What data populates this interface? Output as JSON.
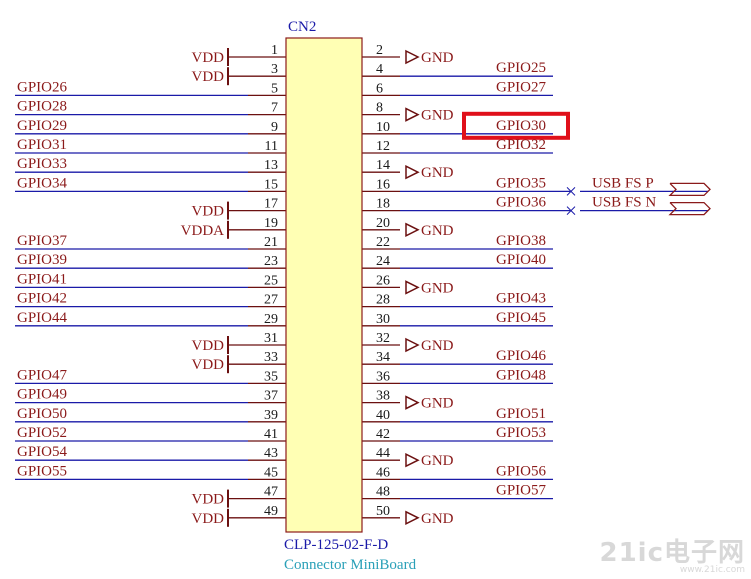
{
  "connector": {
    "ref": "CN2",
    "part": "CLP-125-02-F-D",
    "name": "Connector MiniBoard"
  },
  "colors": {
    "wire": "#1a1aa8",
    "label": "#8b1a1a",
    "body_fill": "#ffffb4",
    "body_stroke": "#8b1a1a",
    "pin": "#6b1010",
    "highlight": "#e0101a",
    "usb_label": "#1a1aa8",
    "part_text": "#1a1aa8",
    "name_text": "#2aa0b8"
  },
  "highlighted_label": "GPIO30",
  "left_pins": [
    {
      "pin": 1,
      "kind": "vdd",
      "label": "VDD"
    },
    {
      "pin": 3,
      "kind": "vdd",
      "label": "VDD"
    },
    {
      "pin": 5,
      "kind": "net",
      "label": "GPIO26"
    },
    {
      "pin": 7,
      "kind": "net",
      "label": "GPIO28"
    },
    {
      "pin": 9,
      "kind": "net",
      "label": "GPIO29"
    },
    {
      "pin": 11,
      "kind": "net",
      "label": "GPIO31"
    },
    {
      "pin": 13,
      "kind": "net",
      "label": "GPIO33"
    },
    {
      "pin": 15,
      "kind": "net",
      "label": "GPIO34"
    },
    {
      "pin": 17,
      "kind": "vdd",
      "label": "VDD"
    },
    {
      "pin": 19,
      "kind": "vdd",
      "label": "VDDA"
    },
    {
      "pin": 21,
      "kind": "net",
      "label": "GPIO37"
    },
    {
      "pin": 23,
      "kind": "net",
      "label": "GPIO39"
    },
    {
      "pin": 25,
      "kind": "net",
      "label": "GPIO41"
    },
    {
      "pin": 27,
      "kind": "net",
      "label": "GPIO42"
    },
    {
      "pin": 29,
      "kind": "net",
      "label": "GPIO44"
    },
    {
      "pin": 31,
      "kind": "vdd",
      "label": "VDD"
    },
    {
      "pin": 33,
      "kind": "vdd",
      "label": "VDD"
    },
    {
      "pin": 35,
      "kind": "net",
      "label": "GPIO47"
    },
    {
      "pin": 37,
      "kind": "net",
      "label": "GPIO49"
    },
    {
      "pin": 39,
      "kind": "net",
      "label": "GPIO50"
    },
    {
      "pin": 41,
      "kind": "net",
      "label": "GPIO52"
    },
    {
      "pin": 43,
      "kind": "net",
      "label": "GPIO54"
    },
    {
      "pin": 45,
      "kind": "net",
      "label": "GPIO55"
    },
    {
      "pin": 47,
      "kind": "vdd",
      "label": "VDD"
    },
    {
      "pin": 49,
      "kind": "vdd",
      "label": "VDD"
    }
  ],
  "right_pins": [
    {
      "pin": 2,
      "kind": "gnd",
      "label": "GND"
    },
    {
      "pin": 4,
      "kind": "net",
      "label": "GPIO25"
    },
    {
      "pin": 6,
      "kind": "net",
      "label": "GPIO27"
    },
    {
      "pin": 8,
      "kind": "gnd",
      "label": "GND"
    },
    {
      "pin": 10,
      "kind": "net",
      "label": "GPIO30"
    },
    {
      "pin": 12,
      "kind": "net",
      "label": "GPIO32"
    },
    {
      "pin": 14,
      "kind": "gnd",
      "label": "GND"
    },
    {
      "pin": 16,
      "kind": "usb",
      "label": "GPIO35",
      "usb": "USB_FS_P"
    },
    {
      "pin": 18,
      "kind": "usb",
      "label": "GPIO36",
      "usb": "USB_FS_N"
    },
    {
      "pin": 20,
      "kind": "gnd",
      "label": "GND"
    },
    {
      "pin": 22,
      "kind": "net",
      "label": "GPIO38"
    },
    {
      "pin": 24,
      "kind": "net",
      "label": "GPIO40"
    },
    {
      "pin": 26,
      "kind": "gnd",
      "label": "GND"
    },
    {
      "pin": 28,
      "kind": "net",
      "label": "GPIO43"
    },
    {
      "pin": 30,
      "kind": "net",
      "label": "GPIO45"
    },
    {
      "pin": 32,
      "kind": "gnd",
      "label": "GND"
    },
    {
      "pin": 34,
      "kind": "net",
      "label": "GPIO46"
    },
    {
      "pin": 36,
      "kind": "net",
      "label": "GPIO48"
    },
    {
      "pin": 38,
      "kind": "gnd",
      "label": "GND"
    },
    {
      "pin": 40,
      "kind": "net",
      "label": "GPIO51"
    },
    {
      "pin": 42,
      "kind": "net",
      "label": "GPIO53"
    },
    {
      "pin": 44,
      "kind": "gnd",
      "label": "GND"
    },
    {
      "pin": 46,
      "kind": "net",
      "label": "GPIO56"
    },
    {
      "pin": 48,
      "kind": "net",
      "label": "GPIO57"
    },
    {
      "pin": 50,
      "kind": "gnd",
      "label": "GND"
    }
  ],
  "watermark": {
    "main": "21ic电子网",
    "sub": "www.21ic.com"
  }
}
